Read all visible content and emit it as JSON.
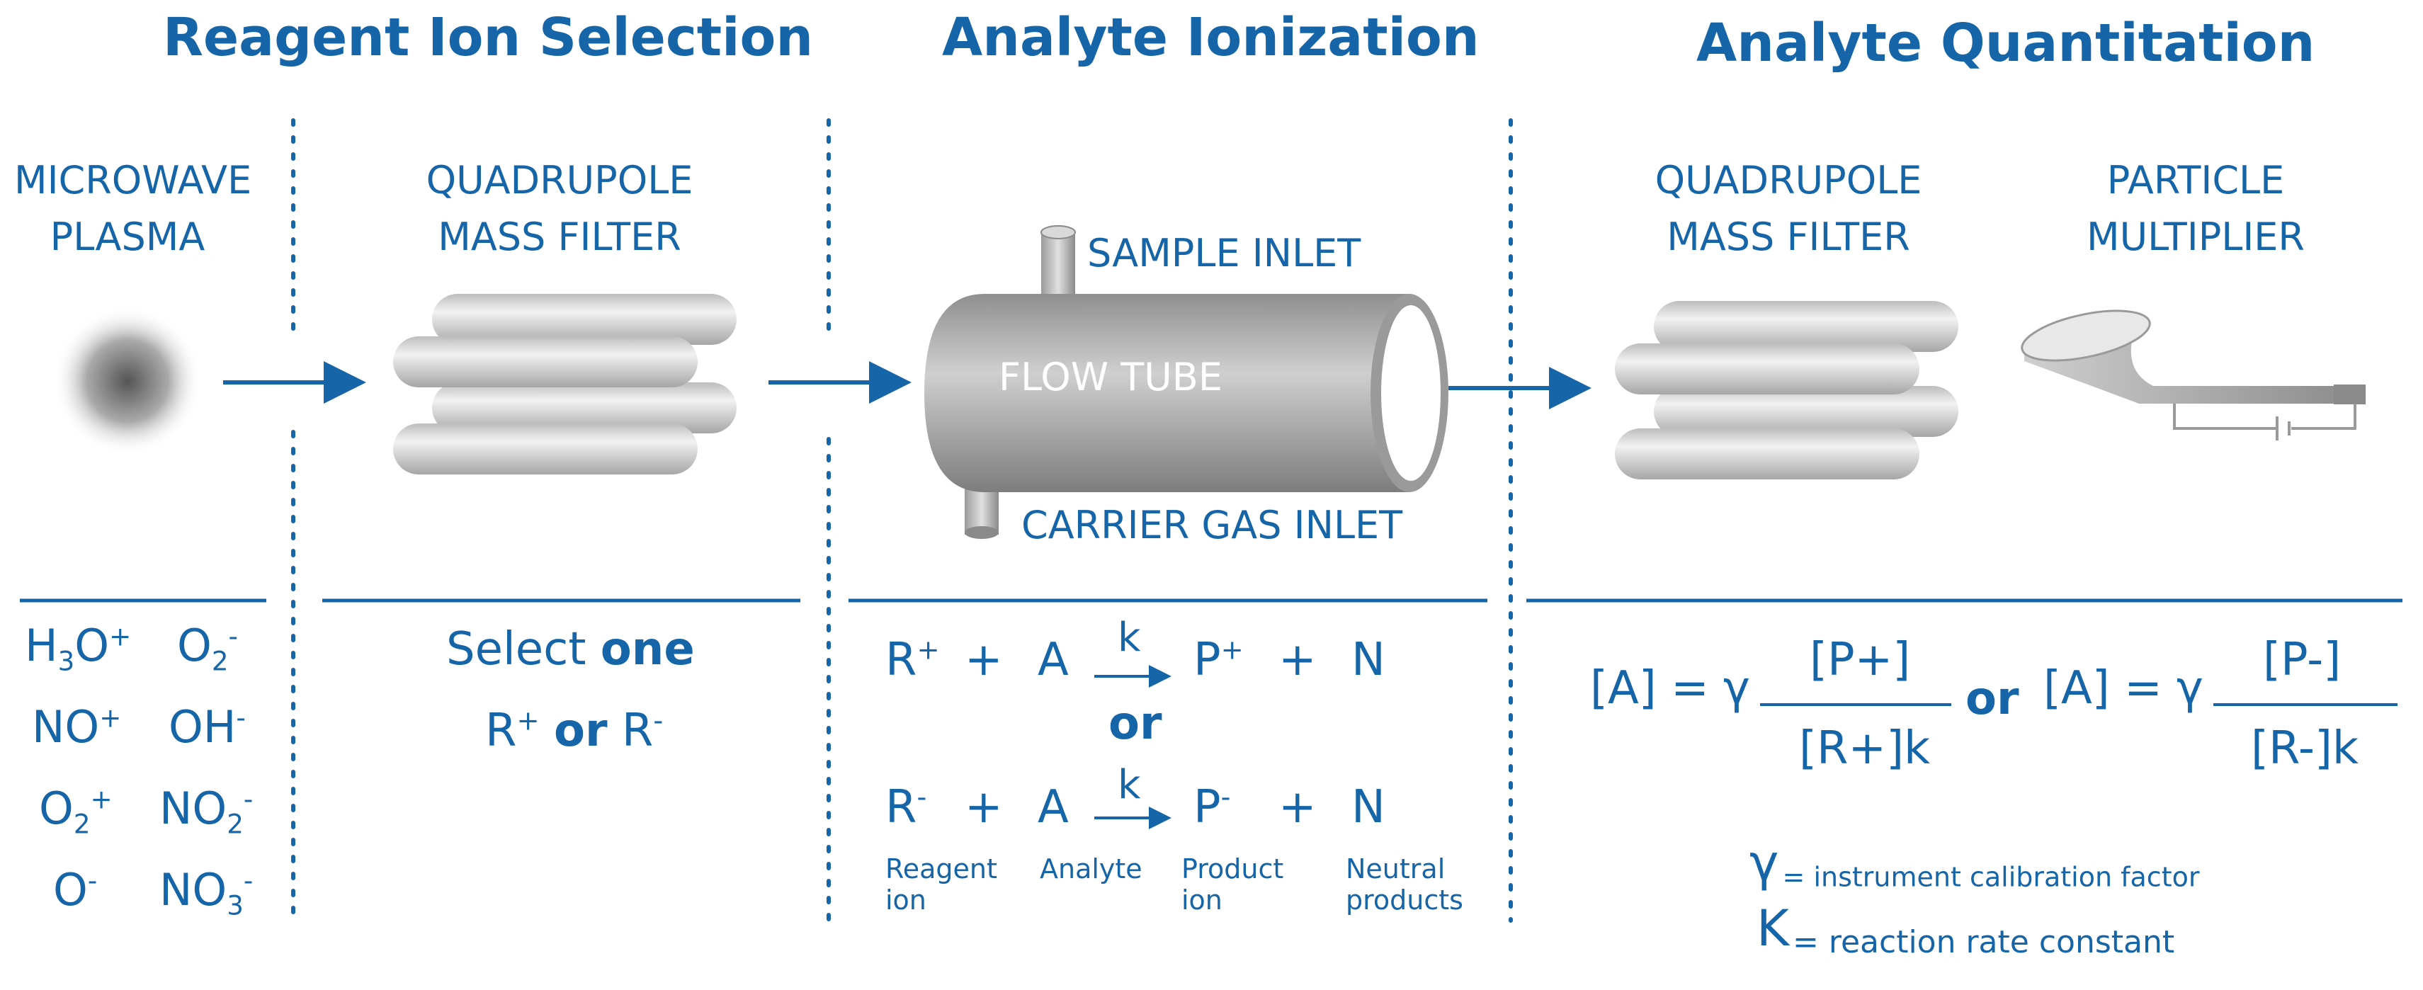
{
  "headings": {
    "stage1": "Reagent Ion Selection",
    "stage2": "Analyte Ionization",
    "stage3": "Analyte Quantitation"
  },
  "components": {
    "plasma_line1": "MICROWAVE",
    "plasma_line2": "PLASMA",
    "qmf1_line1": "QUADRUPOLE",
    "qmf1_line2": "MASS FILTER",
    "sample_inlet": "SAMPLE INLET",
    "flow_tube": "FLOW TUBE",
    "carrier_inlet": "CARRIER GAS INLET",
    "qmf2_line1": "QUADRUPOLE",
    "qmf2_line2": "MASS FILTER",
    "multiplier_line1": "PARTICLE",
    "multiplier_line2": "MULTIPLIER"
  },
  "reagent_ions": [
    {
      "base": "H",
      "sub": "3",
      "rest": "O",
      "sup": "+"
    },
    {
      "base": "O",
      "sub": "2",
      "rest": "",
      "sup": "-"
    },
    {
      "base": "NO",
      "sub": "",
      "rest": "",
      "sup": "+"
    },
    {
      "base": "OH",
      "sub": "",
      "rest": "",
      "sup": "-"
    },
    {
      "base": "O",
      "sub": "2",
      "rest": "",
      "sup": "+"
    },
    {
      "base": "NO",
      "sub": "2",
      "rest": "",
      "sup": "-"
    },
    {
      "base": "O",
      "sub": "",
      "rest": "",
      "sup": "-"
    },
    {
      "base": "NO",
      "sub": "3",
      "rest": "",
      "sup": "-"
    }
  ],
  "selection": {
    "select_text": "Select ",
    "one_text": "one",
    "r": "R",
    "plus": "+",
    "minus": "-",
    "or_text": "or"
  },
  "reaction": {
    "r": "R",
    "plus_sign": "+",
    "a": "A",
    "k": "k",
    "p": "P",
    "n": "N",
    "or_text": "or",
    "pos": "+",
    "neg": "-",
    "label_reagent": "Reagent ion",
    "label_analyte": "Analyte",
    "label_product": "Product ion",
    "label_neutral": "Neutral products"
  },
  "quantitation": {
    "lhs": "[A] = γ",
    "num_pos": "[P+]",
    "den_pos": "[R+]k",
    "or_text": "or",
    "num_neg": "[P-]",
    "den_neg": "[R-]k",
    "gamma_symbol": "γ",
    "gamma_def": "= instrument calibration factor",
    "k_symbol": "K",
    "k_def": "=  reaction rate constant"
  },
  "colors": {
    "accent": "#1565a8",
    "metal_light": "#e6e6e6",
    "metal_dark": "#8c8c8c"
  }
}
